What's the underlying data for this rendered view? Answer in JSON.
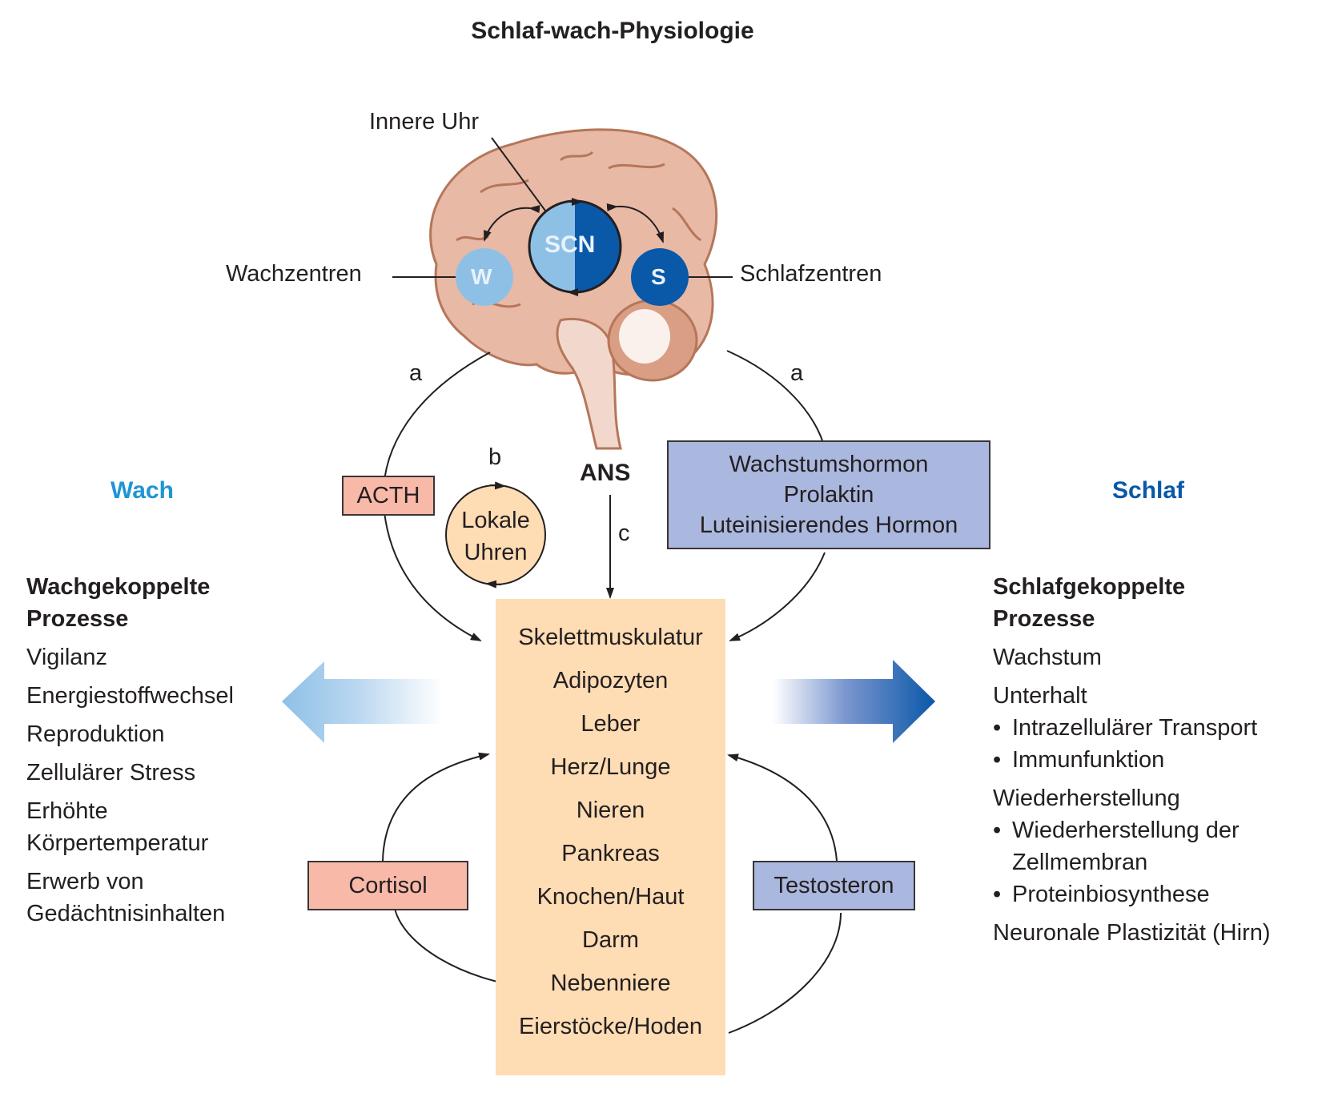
{
  "title": "Schlaf-wach-Physiologie",
  "colors": {
    "wake_blue": "#1f95d4",
    "sleep_blue": "#0a58a8",
    "w_circle": "#8ec0e6",
    "s_circle": "#0a58a8",
    "pink_box": "#f8b9a8",
    "lavender_box": "#aab7de",
    "organ_box": "#fedcb4",
    "brain": "#e8b9a5",
    "local_clock": "#fedcb4"
  },
  "brain": {
    "inner_clock_label": "Innere Uhr",
    "scn_label": "SCN",
    "w_label": "W",
    "s_label": "S",
    "wake_centers_label": "Wachzentren",
    "sleep_centers_label": "Schlafzentren"
  },
  "pathways": {
    "a_left": "a",
    "a_right": "a",
    "b": "b",
    "c": "c",
    "ans": "ANS"
  },
  "hormones": {
    "acth": "ACTH",
    "local_clocks": [
      "Lokale",
      "Uhren"
    ],
    "sleep_hormones": [
      "Wachstumshormon",
      "Prolaktin",
      "Luteinisierendes Hormon"
    ],
    "cortisol": "Cortisol",
    "testosterone": "Testosteron"
  },
  "organs": [
    "Skelettmuskulatur",
    "Adipozyten",
    "Leber",
    "Herz/Lunge",
    "Nieren",
    "Pankreas",
    "Knochen/Haut",
    "Darm",
    "Nebenniere",
    "Eierstöcke/Hoden"
  ],
  "wake": {
    "heading": "Wach",
    "processes_title": [
      "Wachgekoppelte",
      "Prozesse"
    ],
    "items": [
      "Vigilanz",
      "Energiestoffwechsel",
      "Reproduktion",
      "Zellulärer Stress",
      [
        "Erhöhte",
        "Körpertemperatur"
      ],
      [
        "Erwerb von",
        "Gedächtnisinhalten"
      ]
    ]
  },
  "sleep": {
    "heading": "Schlaf",
    "processes_title": [
      "Schlafgekoppelte",
      "Prozesse"
    ],
    "items": [
      {
        "text": "Wachstum"
      },
      {
        "text": "Unterhalt",
        "bullets": [
          "Intrazellulärer Transport",
          "Immunfunktion"
        ]
      },
      {
        "text": "Wiederherstellung",
        "bullets": [
          [
            "Wiederherstellung der",
            "Zellmembran"
          ],
          "Proteinbiosynthese"
        ]
      },
      {
        "text": "Neuronale Plastizität (Hirn)"
      }
    ]
  }
}
